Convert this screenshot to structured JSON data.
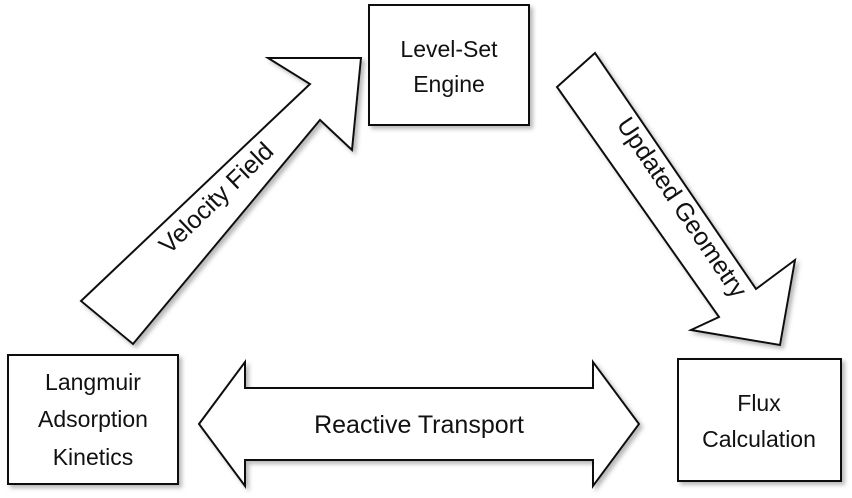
{
  "nodes": {
    "level_set_engine": {
      "lines": [
        "Level-Set",
        "Engine"
      ]
    },
    "langmuir_adsorption_kinetics": {
      "lines": [
        "Langmuir",
        "Adsorption",
        "Kinetics"
      ]
    },
    "flux_calculation": {
      "lines": [
        "Flux",
        "Calculation"
      ]
    }
  },
  "arrows": {
    "velocity_field": {
      "label": "Velocity Field",
      "from": "Langmuir Adsorption Kinetics",
      "to": "Level-Set Engine"
    },
    "updated_geometry": {
      "label": "Updated Geometry",
      "from": "Level-Set Engine",
      "to": "Flux Calculation"
    },
    "reactive_transport": {
      "label": "Reactive Transport",
      "from": "Langmuir Adsorption Kinetics",
      "to": "Flux Calculation",
      "bidirectional": true
    }
  },
  "colors": {
    "stroke": "#111111",
    "fill": "#ffffff",
    "shadow": "#9a9a9a"
  }
}
